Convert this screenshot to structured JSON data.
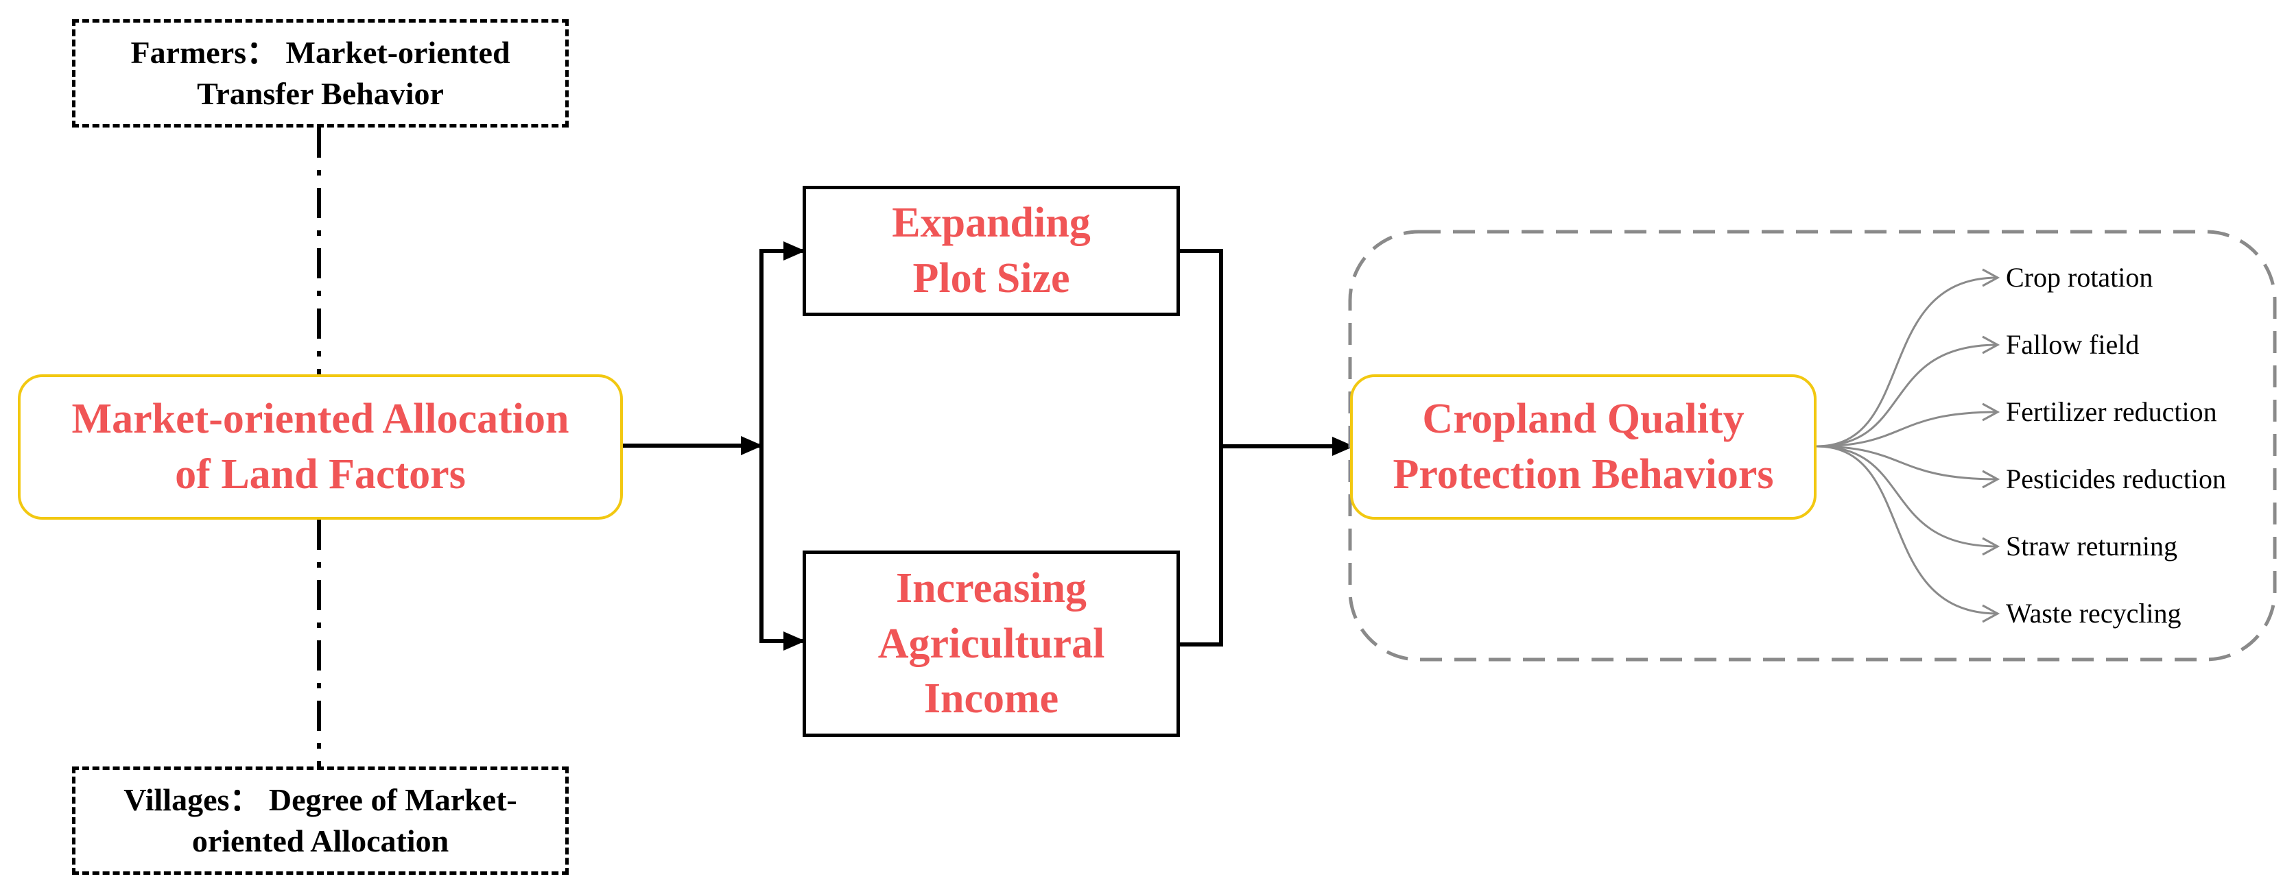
{
  "colors": {
    "accent_red": "#f05556",
    "box_border_yellow": "#f2c811",
    "container_dash_gray": "#8a8a8a",
    "arrow_gray": "#8a8a8a",
    "line_black": "#000000"
  },
  "nodes": {
    "farmers": {
      "line1": "Farmers：  Market-oriented",
      "line2": "Transfer Behavior"
    },
    "villages": {
      "line1": "Villages： Degree of Market-",
      "line2": "oriented Allocation"
    },
    "market_allocation": {
      "line1": "Market-oriented Allocation",
      "line2": "of Land Factors"
    },
    "plot_size": {
      "line1": "Expanding",
      "line2": "Plot Size"
    },
    "income": {
      "line1": "Increasing",
      "line2": "Agricultural",
      "line3": "Income"
    },
    "cropland_quality": {
      "line1": "Cropland Quality",
      "line2": "Protection Behaviors"
    }
  },
  "outcomes": [
    "Crop rotation",
    "Fallow field",
    "Fertilizer reduction",
    "Pesticides reduction",
    "Straw returning",
    "Waste recycling"
  ]
}
